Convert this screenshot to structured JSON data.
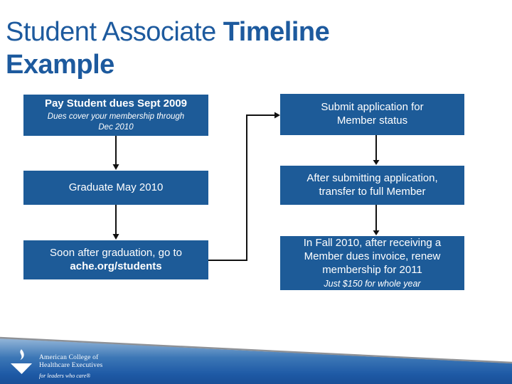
{
  "title": {
    "regular_part": "Student Associate ",
    "bold_part": "Timeline",
    "line2": "Example"
  },
  "flow": {
    "left": [
      {
        "heading": "Pay Student dues Sept 2009",
        "note": "Dues cover your membership through Dec 2010"
      },
      {
        "heading": "Graduate May 2010"
      },
      {
        "heading": "Soon after graduation, go to",
        "emphasis": "ache.org/students"
      }
    ],
    "right": [
      {
        "heading": "Submit application for Member status"
      },
      {
        "heading": "After submitting application, transfer to full Member"
      },
      {
        "heading": "In Fall 2010, after receiving a Member dues invoice, renew membership for 2011",
        "note": "Just $150 for whole year"
      }
    ]
  },
  "footer": {
    "logo": {
      "icon": "torch-flame-icon",
      "org_name_line1": "American College of",
      "org_name_line2": "Healthcare Executives",
      "tagline": "for leaders who care®"
    }
  },
  "colors": {
    "title_text": "#1d5a9e",
    "box_fill": "#1d5b98",
    "box_text": "#ffffff",
    "connector": "#111111",
    "band_edge": "#8e9196",
    "band_gradient_top": "#93b5d8",
    "band_gradient_mid": "#3c77b6",
    "band_gradient_bottom": "#194f97"
  }
}
